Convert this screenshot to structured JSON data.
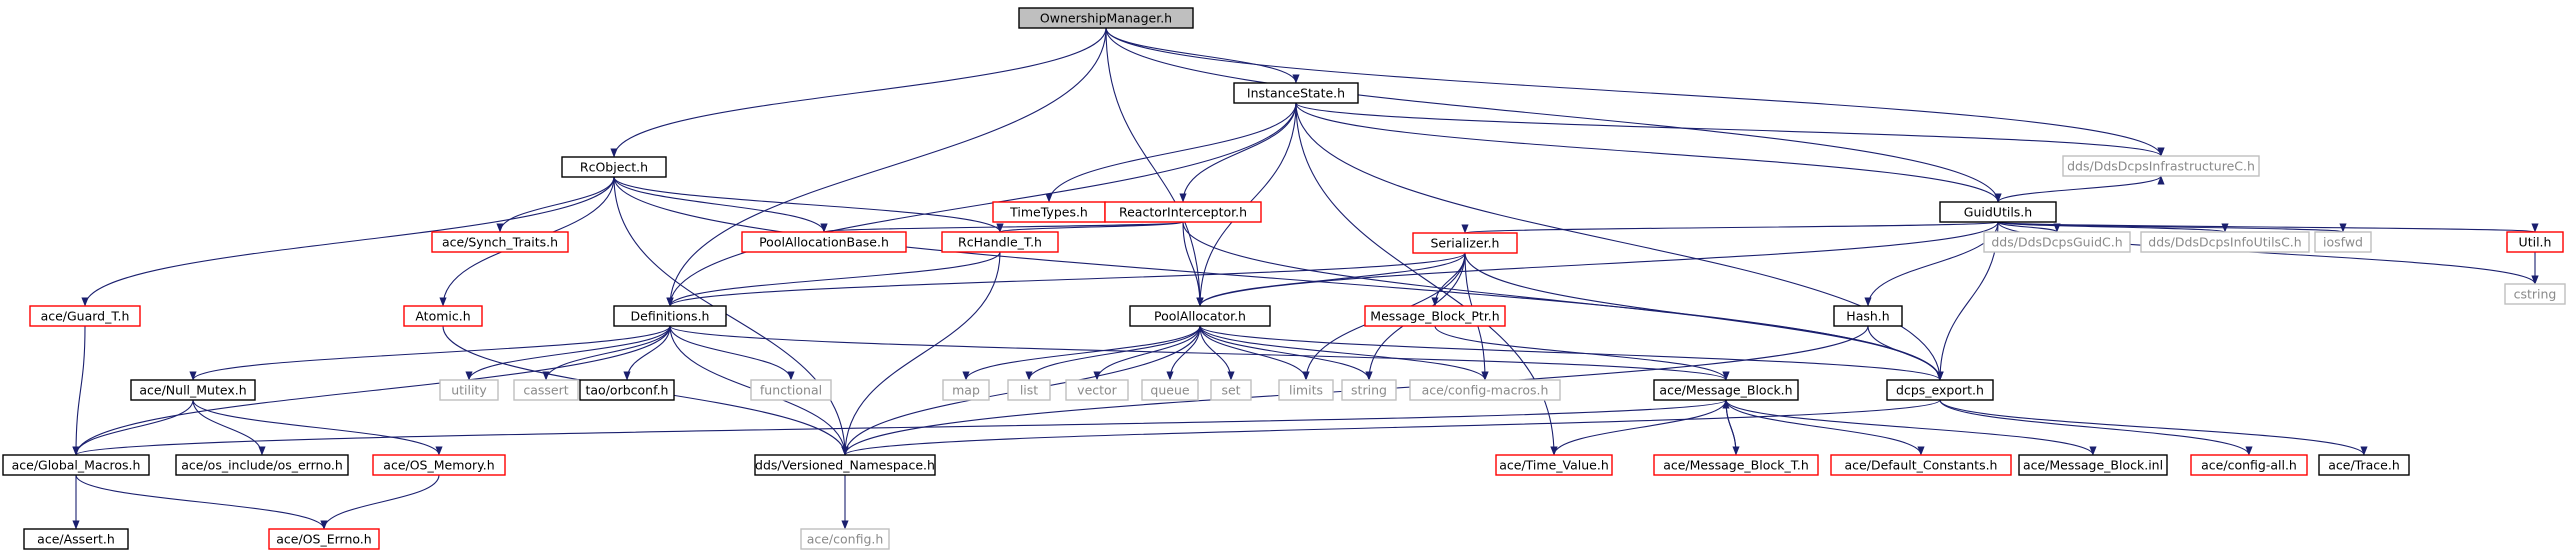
{
  "graph": {
    "title": "OwnershipManager.h",
    "colors": {
      "edge": "#1a1f6e",
      "root_fill": "#bfbfbf",
      "local_border": "#000000",
      "incomplete_border": "#ff0000",
      "external_border": "#bfbfbf",
      "external_text": "#8a8a8a"
    },
    "nodes": [
      {
        "id": "ownership_manager",
        "label": "OwnershipManager.h",
        "style": "root"
      },
      {
        "id": "instance_state",
        "label": "InstanceState.h",
        "style": "local"
      },
      {
        "id": "rc_object",
        "label": "RcObject.h",
        "style": "local"
      },
      {
        "id": "guid_utils",
        "label": "GuidUtils.h",
        "style": "local"
      },
      {
        "id": "dds_infra",
        "label": "dds/DdsDcpsInfrastructureC.h",
        "style": "external"
      },
      {
        "id": "time_types",
        "label": "TimeTypes.h",
        "style": "incomplete"
      },
      {
        "id": "reactor_interceptor",
        "label": "ReactorInterceptor.h",
        "style": "incomplete"
      },
      {
        "id": "ace_synch_traits",
        "label": "ace/Synch_Traits.h",
        "style": "incomplete"
      },
      {
        "id": "pool_alloc_base",
        "label": "PoolAllocationBase.h",
        "style": "incomplete"
      },
      {
        "id": "rc_handle",
        "label": "RcHandle_T.h",
        "style": "incomplete"
      },
      {
        "id": "serializer",
        "label": "Serializer.h",
        "style": "incomplete"
      },
      {
        "id": "dds_guid",
        "label": "dds/DdsDcpsGuidC.h",
        "style": "external"
      },
      {
        "id": "dds_infoutils",
        "label": "dds/DdsDcpsInfoUtilsC.h",
        "style": "external"
      },
      {
        "id": "iosfwd",
        "label": "iosfwd",
        "style": "external"
      },
      {
        "id": "util",
        "label": "Util.h",
        "style": "incomplete"
      },
      {
        "id": "cstring",
        "label": "cstring",
        "style": "external"
      },
      {
        "id": "ace_guard",
        "label": "ace/Guard_T.h",
        "style": "incomplete"
      },
      {
        "id": "atomic",
        "label": "Atomic.h",
        "style": "incomplete"
      },
      {
        "id": "definitions",
        "label": "Definitions.h",
        "style": "local"
      },
      {
        "id": "pool_allocator",
        "label": "PoolAllocator.h",
        "style": "local"
      },
      {
        "id": "msg_block_ptr",
        "label": "Message_Block_Ptr.h",
        "style": "incomplete"
      },
      {
        "id": "hash",
        "label": "Hash.h",
        "style": "local"
      },
      {
        "id": "utility",
        "label": "utility",
        "style": "external"
      },
      {
        "id": "cassert",
        "label": "cassert",
        "style": "external"
      },
      {
        "id": "orbconf",
        "label": "tao/orbconf.h",
        "style": "local"
      },
      {
        "id": "functional",
        "label": "functional",
        "style": "external"
      },
      {
        "id": "ace_null_mutex",
        "label": "ace/Null_Mutex.h",
        "style": "local"
      },
      {
        "id": "map",
        "label": "map",
        "style": "external"
      },
      {
        "id": "list",
        "label": "list",
        "style": "external"
      },
      {
        "id": "vector",
        "label": "vector",
        "style": "external"
      },
      {
        "id": "queue",
        "label": "queue",
        "style": "external"
      },
      {
        "id": "set",
        "label": "set",
        "style": "external"
      },
      {
        "id": "limits",
        "label": "limits",
        "style": "external"
      },
      {
        "id": "string",
        "label": "string",
        "style": "external"
      },
      {
        "id": "ace_config_macros",
        "label": "ace/config-macros.h",
        "style": "external"
      },
      {
        "id": "ace_message_block",
        "label": "ace/Message_Block.h",
        "style": "local"
      },
      {
        "id": "dcps_export",
        "label": "dcps_export.h",
        "style": "local"
      },
      {
        "id": "ace_global_macros",
        "label": "ace/Global_Macros.h",
        "style": "local"
      },
      {
        "id": "os_errno",
        "label": "ace/os_include/os_errno.h",
        "style": "local"
      },
      {
        "id": "os_memory",
        "label": "ace/OS_Memory.h",
        "style": "incomplete"
      },
      {
        "id": "versioned_ns",
        "label": "dds/Versioned_Namespace.h",
        "style": "local"
      },
      {
        "id": "ace_time_value",
        "label": "ace/Time_Value.h",
        "style": "incomplete"
      },
      {
        "id": "ace_msg_block_t",
        "label": "ace/Message_Block_T.h",
        "style": "incomplete"
      },
      {
        "id": "ace_default_constants",
        "label": "ace/Default_Constants.h",
        "style": "incomplete"
      },
      {
        "id": "ace_msg_block_inl",
        "label": "ace/Message_Block.inl",
        "style": "local"
      },
      {
        "id": "ace_config_all",
        "label": "ace/config-all.h",
        "style": "incomplete"
      },
      {
        "id": "ace_trace",
        "label": "ace/Trace.h",
        "style": "local"
      },
      {
        "id": "ace_assert",
        "label": "ace/Assert.h",
        "style": "local"
      },
      {
        "id": "ace_os_errno",
        "label": "ace/OS_Errno.h",
        "style": "incomplete"
      },
      {
        "id": "ace_config",
        "label": "ace/config.h",
        "style": "external"
      }
    ],
    "edges": [
      [
        "ownership_manager",
        "instance_state"
      ],
      [
        "ownership_manager",
        "rc_object"
      ],
      [
        "ownership_manager",
        "guid_utils"
      ],
      [
        "ownership_manager",
        "dds_infra"
      ],
      [
        "ownership_manager",
        "definitions"
      ],
      [
        "ownership_manager",
        "pool_allocator"
      ],
      [
        "instance_state",
        "time_types"
      ],
      [
        "instance_state",
        "reactor_interceptor"
      ],
      [
        "instance_state",
        "guid_utils"
      ],
      [
        "instance_state",
        "dds_infra"
      ],
      [
        "instance_state",
        "definitions"
      ],
      [
        "instance_state",
        "pool_allocator"
      ],
      [
        "instance_state",
        "dcps_export"
      ],
      [
        "instance_state",
        "ace_time_value"
      ],
      [
        "rc_object",
        "ace_guard"
      ],
      [
        "rc_object",
        "ace_synch_traits"
      ],
      [
        "rc_object",
        "pool_alloc_base"
      ],
      [
        "rc_object",
        "rc_handle"
      ],
      [
        "rc_object",
        "atomic"
      ],
      [
        "rc_object",
        "dcps_export"
      ],
      [
        "rc_object",
        "versioned_ns"
      ],
      [
        "reactor_interceptor",
        "pool_alloc_base"
      ],
      [
        "reactor_interceptor",
        "rc_handle"
      ],
      [
        "reactor_interceptor",
        "pool_allocator"
      ],
      [
        "reactor_interceptor",
        "dcps_export"
      ],
      [
        "guid_utils",
        "dds_infra"
      ],
      [
        "guid_utils",
        "serializer"
      ],
      [
        "guid_utils",
        "pool_allocator"
      ],
      [
        "guid_utils",
        "dds_guid"
      ],
      [
        "guid_utils",
        "dds_infoutils"
      ],
      [
        "guid_utils",
        "iosfwd"
      ],
      [
        "guid_utils",
        "util"
      ],
      [
        "guid_utils",
        "cstring"
      ],
      [
        "guid_utils",
        "hash"
      ],
      [
        "guid_utils",
        "dcps_export"
      ],
      [
        "util",
        "cstring"
      ],
      [
        "rc_handle",
        "definitions"
      ],
      [
        "rc_handle",
        "versioned_ns"
      ],
      [
        "serializer",
        "definitions"
      ],
      [
        "serializer",
        "pool_allocator"
      ],
      [
        "serializer",
        "msg_block_ptr"
      ],
      [
        "serializer",
        "limits"
      ],
      [
        "serializer",
        "string"
      ],
      [
        "serializer",
        "ace_config_macros"
      ],
      [
        "serializer",
        "dcps_export"
      ],
      [
        "ace_guard",
        "ace_global_macros"
      ],
      [
        "atomic",
        "versioned_ns"
      ],
      [
        "definitions",
        "utility"
      ],
      [
        "definitions",
        "cassert"
      ],
      [
        "definitions",
        "orbconf"
      ],
      [
        "definitions",
        "functional"
      ],
      [
        "definitions",
        "ace_null_mutex"
      ],
      [
        "definitions",
        "ace_global_macros"
      ],
      [
        "definitions",
        "versioned_ns"
      ],
      [
        "definitions",
        "ace_message_block"
      ],
      [
        "pool_allocator",
        "map"
      ],
      [
        "pool_allocator",
        "list"
      ],
      [
        "pool_allocator",
        "vector"
      ],
      [
        "pool_allocator",
        "queue"
      ],
      [
        "pool_allocator",
        "set"
      ],
      [
        "pool_allocator",
        "limits"
      ],
      [
        "pool_allocator",
        "string"
      ],
      [
        "pool_allocator",
        "ace_config_macros"
      ],
      [
        "pool_allocator",
        "dcps_export"
      ],
      [
        "pool_allocator",
        "versioned_ns"
      ],
      [
        "msg_block_ptr",
        "ace_message_block"
      ],
      [
        "hash",
        "dcps_export"
      ],
      [
        "hash",
        "versioned_ns"
      ],
      [
        "ace_null_mutex",
        "ace_global_macros"
      ],
      [
        "ace_null_mutex",
        "os_errno"
      ],
      [
        "ace_null_mutex",
        "os_memory"
      ],
      [
        "ace_message_block",
        "ace_global_macros"
      ],
      [
        "ace_message_block",
        "ace_time_value"
      ],
      [
        "ace_message_block",
        "ace_msg_block_t"
      ],
      [
        "ace_message_block",
        "ace_default_constants"
      ],
      [
        "ace_message_block",
        "ace_msg_block_inl"
      ],
      [
        "ace_msg_block_t",
        "ace_message_block"
      ],
      [
        "dcps_export",
        "versioned_ns"
      ],
      [
        "dcps_export",
        "ace_config_all"
      ],
      [
        "dcps_export",
        "ace_trace"
      ],
      [
        "ace_global_macros",
        "ace_assert"
      ],
      [
        "ace_global_macros",
        "ace_os_errno"
      ],
      [
        "os_memory",
        "ace_os_errno"
      ],
      [
        "versioned_ns",
        "ace_config"
      ]
    ]
  }
}
